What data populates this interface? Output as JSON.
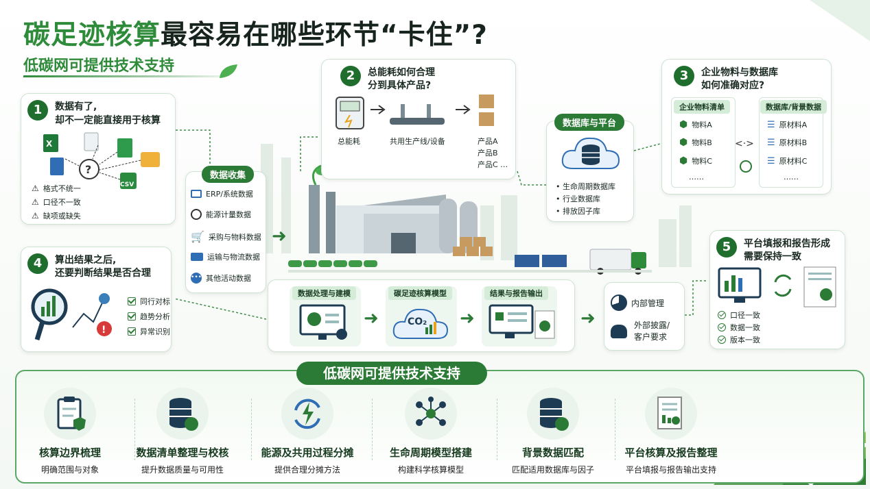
{
  "header": {
    "title_green": "碳足迹核算",
    "title_dark": "最容易在哪些环节“卡住”?",
    "subtitle": "低碳网可提供技术支持"
  },
  "card1": {
    "num": "1",
    "title_l1": "数据有了,",
    "title_l2": "却不一定能直接用于核算",
    "issues": [
      "格式不统一",
      "口径不一致",
      "缺项或缺失"
    ],
    "csv_label": "CSV"
  },
  "card2": {
    "num": "2",
    "title_l1": "总能耗如何合理",
    "title_l2": "分到具体产品?",
    "labels": [
      "总能耗",
      "共用生产线/设备"
    ],
    "products": [
      "产品A",
      "产品B",
      "产品C …"
    ]
  },
  "card3": {
    "num": "3",
    "title_l1": "企业物料与数据库",
    "title_l2": "如何准确对应?",
    "left_header": "企业物料清单",
    "right_header": "数据库/背景数据",
    "left_items": [
      "物料A",
      "物料B",
      "物料C",
      "……"
    ],
    "right_items": [
      "原材料A",
      "原材料B",
      "原材料C",
      "……"
    ]
  },
  "card4": {
    "num": "4",
    "title_l1": "算出结果之后,",
    "title_l2": "还要判断结果是否合理",
    "checks": [
      "同行对标",
      "趋势分析",
      "异常识别"
    ]
  },
  "card5": {
    "num": "5",
    "title_l1": "平台填报和报告形成",
    "title_l2": "需要保持一致",
    "checks": [
      "口径一致",
      "数据一致",
      "版本一致"
    ]
  },
  "collection": {
    "title": "数据收集",
    "items": [
      "ERP/系统数据",
      "能源计量数据",
      "采购与物料数据",
      "运输与物流数据",
      "其他活动数据"
    ]
  },
  "database": {
    "title": "数据库与平台",
    "items": [
      "生命周期数据库",
      "行业数据库",
      "排放因子库"
    ]
  },
  "process": {
    "steps": [
      "数据处理与建模",
      "碳足迹核算模型",
      "结果与报告输出"
    ],
    "co2": "CO₂"
  },
  "outputs": [
    "内部管理",
    "外部披露/",
    "客户要求"
  ],
  "support": {
    "title": "低碳网可提供技术支持",
    "items": [
      {
        "title": "核算边界梳理",
        "desc": "明确范围与对象"
      },
      {
        "title": "数据清单整理与校核",
        "desc": "提升数据质量与可用性"
      },
      {
        "title": "能源及共用过程分摊",
        "desc": "提供合理分摊方法"
      },
      {
        "title": "生命周期模型搭建",
        "desc": "构建科学核算模型"
      },
      {
        "title": "背景数据匹配",
        "desc": "匹配适用数据库与因子"
      },
      {
        "title": "平台核算及报告整理",
        "desc": "平台填报与报告输出支持"
      }
    ]
  },
  "colors": {
    "primary": "#2b7a35",
    "dark": "#1f6e2e",
    "light": "#d5ecd8",
    "alert": "#d83a3a"
  }
}
